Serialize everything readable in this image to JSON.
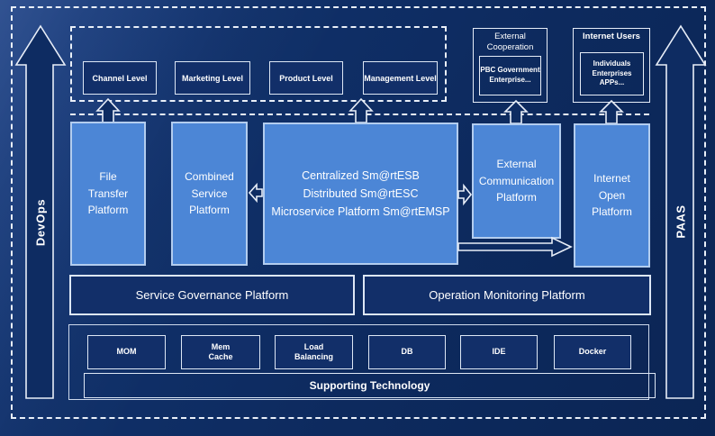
{
  "colors": {
    "bg": "#0d2a5e",
    "bg_light": "#1a3f85",
    "box_dark": "#122f69",
    "box_light": "#4c86d6",
    "box_light_border": "#b3cdef",
    "line": "#e9eff8",
    "text": "#ffffff"
  },
  "side_rails": {
    "left_label": "DevOps",
    "right_label": "PAAS"
  },
  "levels": {
    "items": [
      "Channel Level",
      "Marketing Level",
      "Product Level",
      "Management Level"
    ]
  },
  "external_cooperation": {
    "title": "External\nCooperation",
    "inner": "PBC Government\nEnterprise..."
  },
  "internet_users": {
    "title": "Internet Users",
    "inner": "Individuals\nEnterprises\nAPPs..."
  },
  "platforms": {
    "file_transfer": "File\nTransfer\nPlatform",
    "combined_service": "Combined\nService\nPlatform",
    "esb": "Centralized Sm@rtESB\nDistributed Sm@rtESC\nMicroservice Platform Sm@rtEMSP",
    "external_communication": "External\nCommunication\nPlatform",
    "internet_open": "Internet\nOpen\nPlatform"
  },
  "governance": {
    "service": "Service Governance Platform",
    "operation": "Operation Monitoring Platform"
  },
  "supporting": {
    "items": [
      "MOM",
      "Mem\nCache",
      "Load\nBalancing",
      "DB",
      "IDE",
      "Docker"
    ],
    "bar": "Supporting Technology"
  }
}
